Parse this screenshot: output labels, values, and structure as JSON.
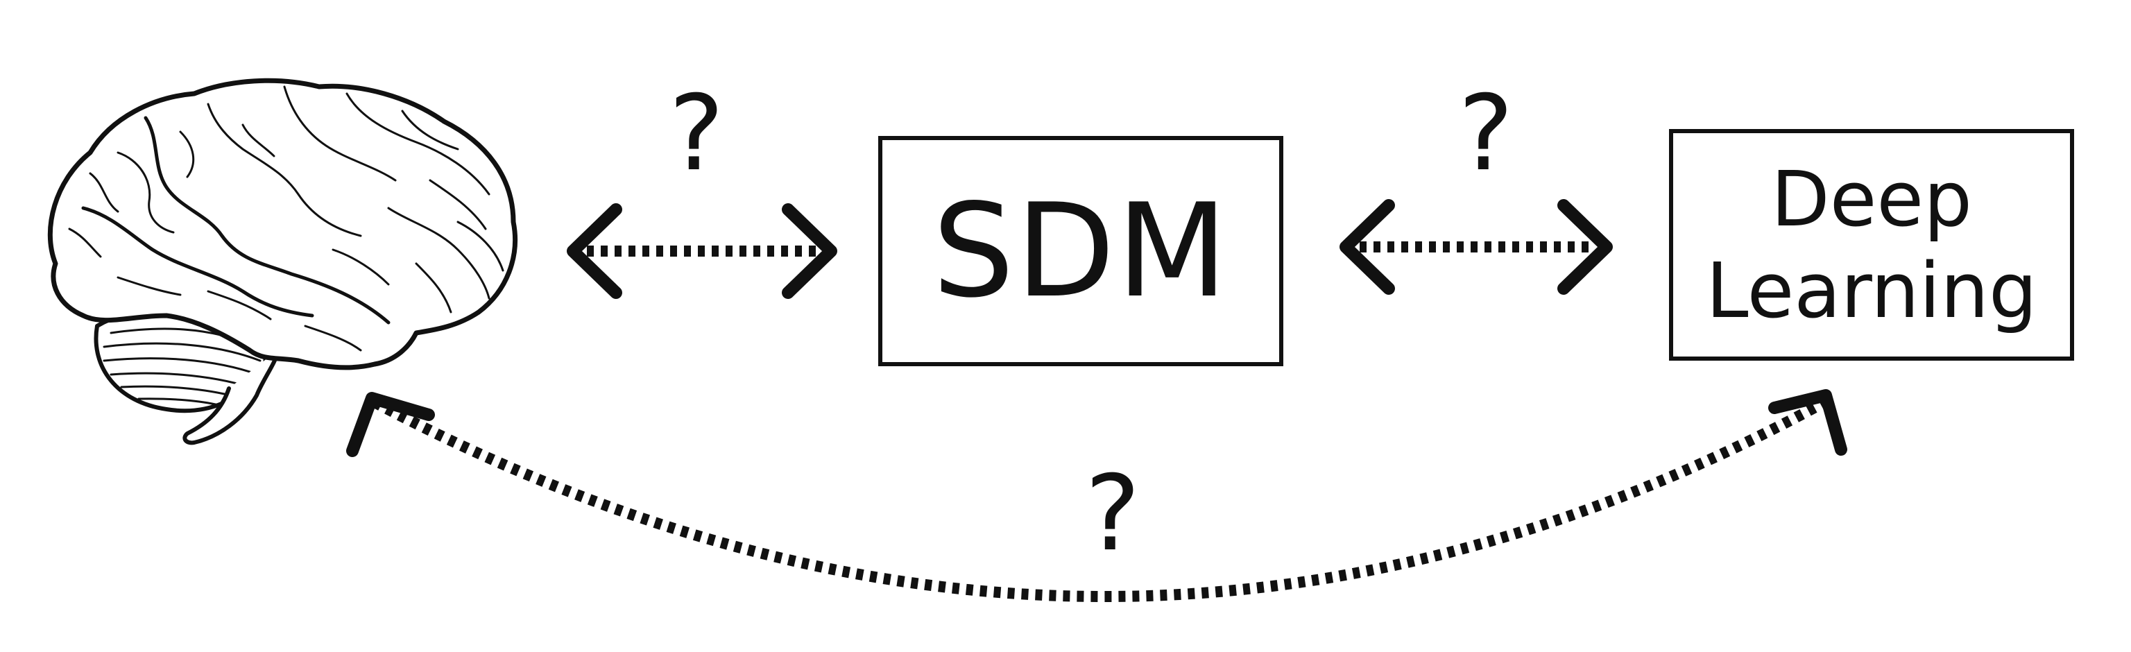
{
  "nodes": {
    "sdm": {
      "label": "SDM"
    },
    "deep_learning": {
      "line1": "Deep",
      "line2": "Learning"
    }
  },
  "relations": {
    "brain_sdm": {
      "mark": "?"
    },
    "sdm_deep_learning": {
      "mark": "?"
    },
    "brain_deep_learning": {
      "mark": "?"
    }
  },
  "colors": {
    "stroke": "#111111",
    "background": "#ffffff"
  },
  "icons": {
    "brain": "brain-icon"
  }
}
